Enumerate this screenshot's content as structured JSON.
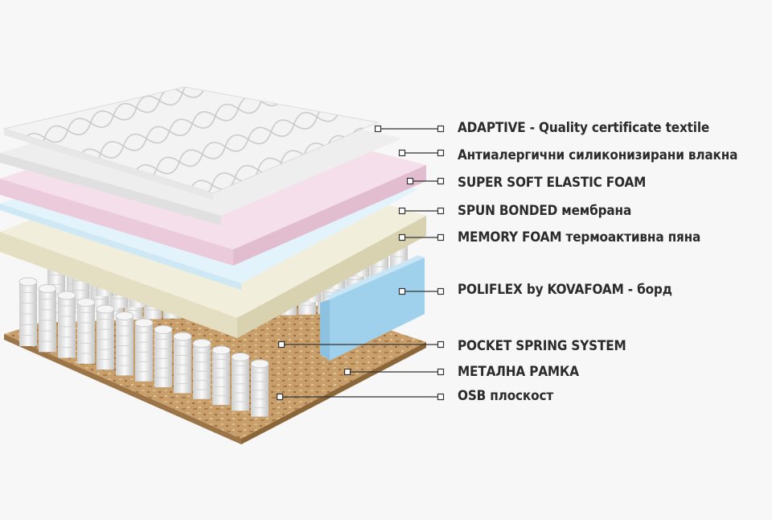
{
  "layers": [
    {
      "id": "adaptive",
      "label": "ADAPTIVE - Quality certificate textile"
    },
    {
      "id": "fibers",
      "label": "Антиалергични силиконизирани влакна"
    },
    {
      "id": "soft-foam",
      "label": "SUPER SOFT ELASTIC FOAM"
    },
    {
      "id": "spun-bonded",
      "label": "SPUN BONDED мембрана"
    },
    {
      "id": "memory-foam",
      "label": "MEMORY FOAM термоактивна пяна"
    },
    {
      "id": "poliflex",
      "label": "POLIFLEX by KOVAFOAM - борд"
    },
    {
      "id": "pocket-spring",
      "label": "POCKET SPRING SYSTEM"
    },
    {
      "id": "metal-frame",
      "label": "МЕТАЛНА РАМКА"
    },
    {
      "id": "osb",
      "label": "OSB плоскост"
    }
  ],
  "colors": {
    "textile": "#f2f2f2",
    "fibers": "#ececec",
    "soft_foam": "#f1d6e4",
    "spun_bonded": "#d8eefa",
    "memory_foam": "#ebe7cf",
    "poliflex": "#a9d6ef",
    "springs": "#e6e6e6",
    "osb": "#c69d6a",
    "leader": "#333333"
  }
}
